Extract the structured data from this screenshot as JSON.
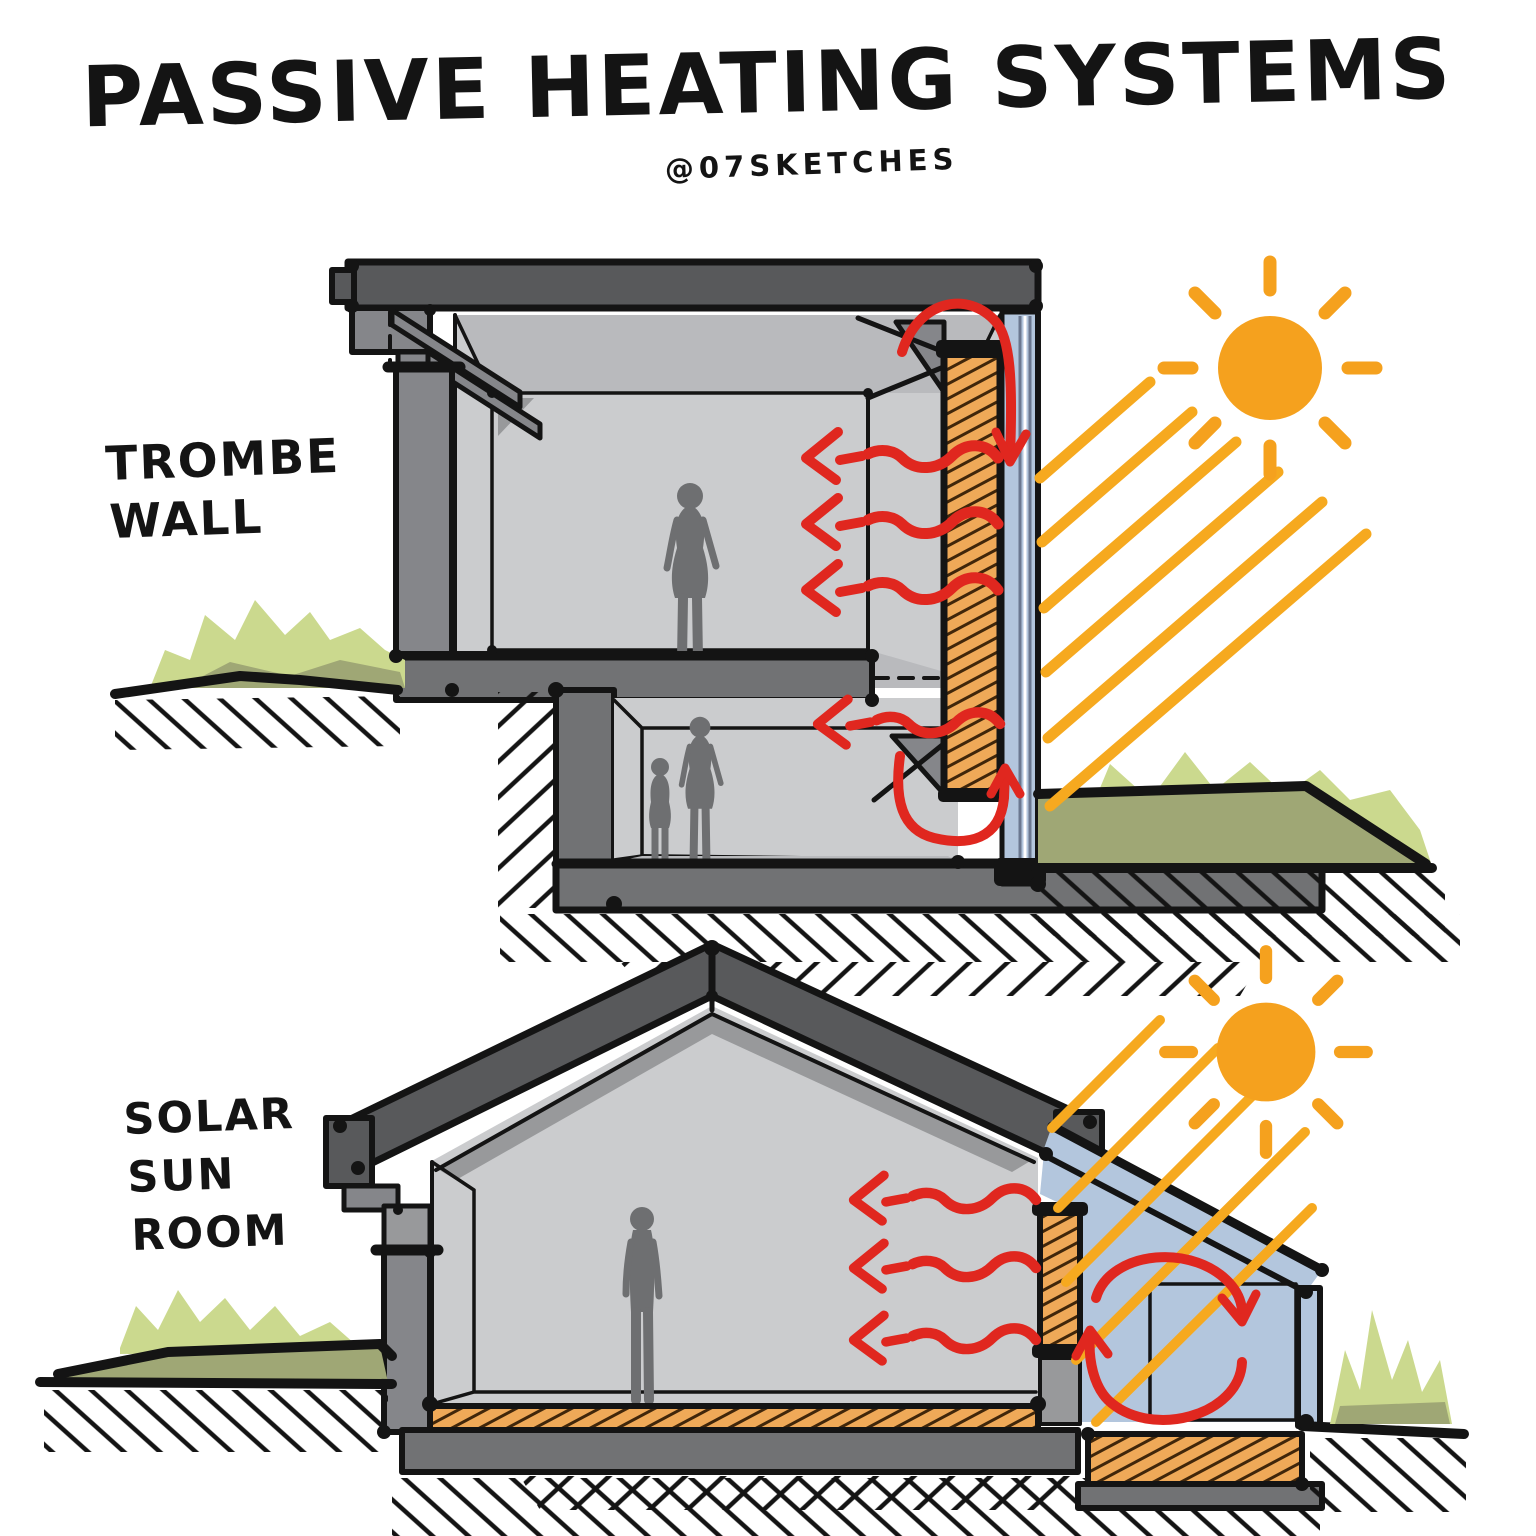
{
  "title": "PASSIVE HEATING SYSTEMS",
  "credit": "@07SKETCHES",
  "diagrams": [
    {
      "id": "trombe-wall",
      "label_lines": [
        "TROMBE",
        "WALL"
      ]
    },
    {
      "id": "solar-sun-room",
      "label_lines": [
        "SOLAR",
        "SUN",
        "ROOM"
      ]
    }
  ],
  "colors": {
    "paper": "#FFFFFF",
    "ink": "#141414",
    "sun": "#F5A11E",
    "beam": "#F6A91F",
    "heat_arrow": "#E0271F",
    "glass": "#B3C6DD",
    "glass_line": "#6B7890",
    "mass_wall": "#EFA958",
    "mass_hatch": "#40260A",
    "roof": "#58595B",
    "wall_cut": "#85868A",
    "wall_mid": "#98999B",
    "interior": "#CBCCCE",
    "interior_shade": "#B9BABD",
    "foundation": "#717274",
    "silhouette": "#6E6F71",
    "bush": "#CBD98E",
    "bush_shadow": "#9FA775"
  }
}
